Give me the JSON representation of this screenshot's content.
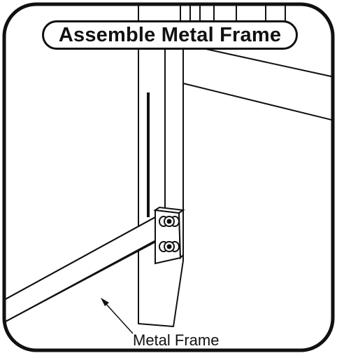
{
  "title": "Assemble Metal Frame",
  "callout": {
    "label": "Metal Frame",
    "target": "frame-rail"
  },
  "colors": {
    "ink": "#111111",
    "background": "#ffffff"
  },
  "icons": {
    "fastener": "thumb-screw-icon"
  }
}
